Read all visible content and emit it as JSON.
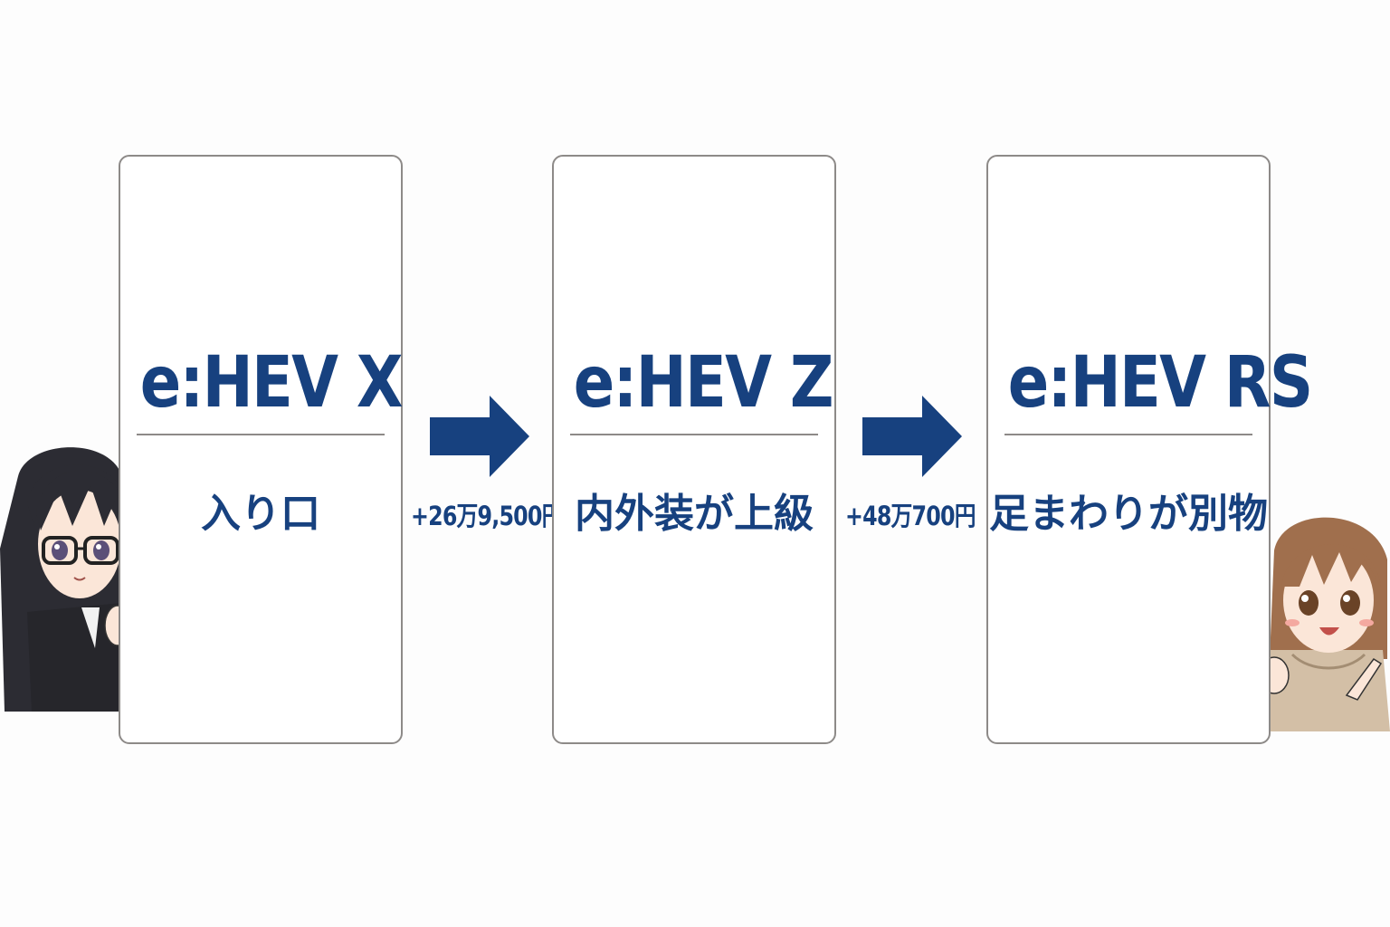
{
  "steps": [
    {
      "title": "e:HEV X",
      "description": "入り口"
    },
    {
      "title": "e:HEV Z",
      "description": "内外装が上級"
    },
    {
      "title": "e:HEV RS",
      "description": "足まわりが別物"
    }
  ],
  "transitions": [
    {
      "price": "+26万9,500円"
    },
    {
      "price": "+48万700円"
    }
  ],
  "colors": {
    "primary": "#17417f",
    "border": "#8d8a88",
    "background": "#fdfdfd"
  },
  "icons": {
    "arrow": "right-arrow-icon",
    "left_character": "girl-with-glasses-illustration",
    "right_character": "girl-pointing-illustration"
  }
}
